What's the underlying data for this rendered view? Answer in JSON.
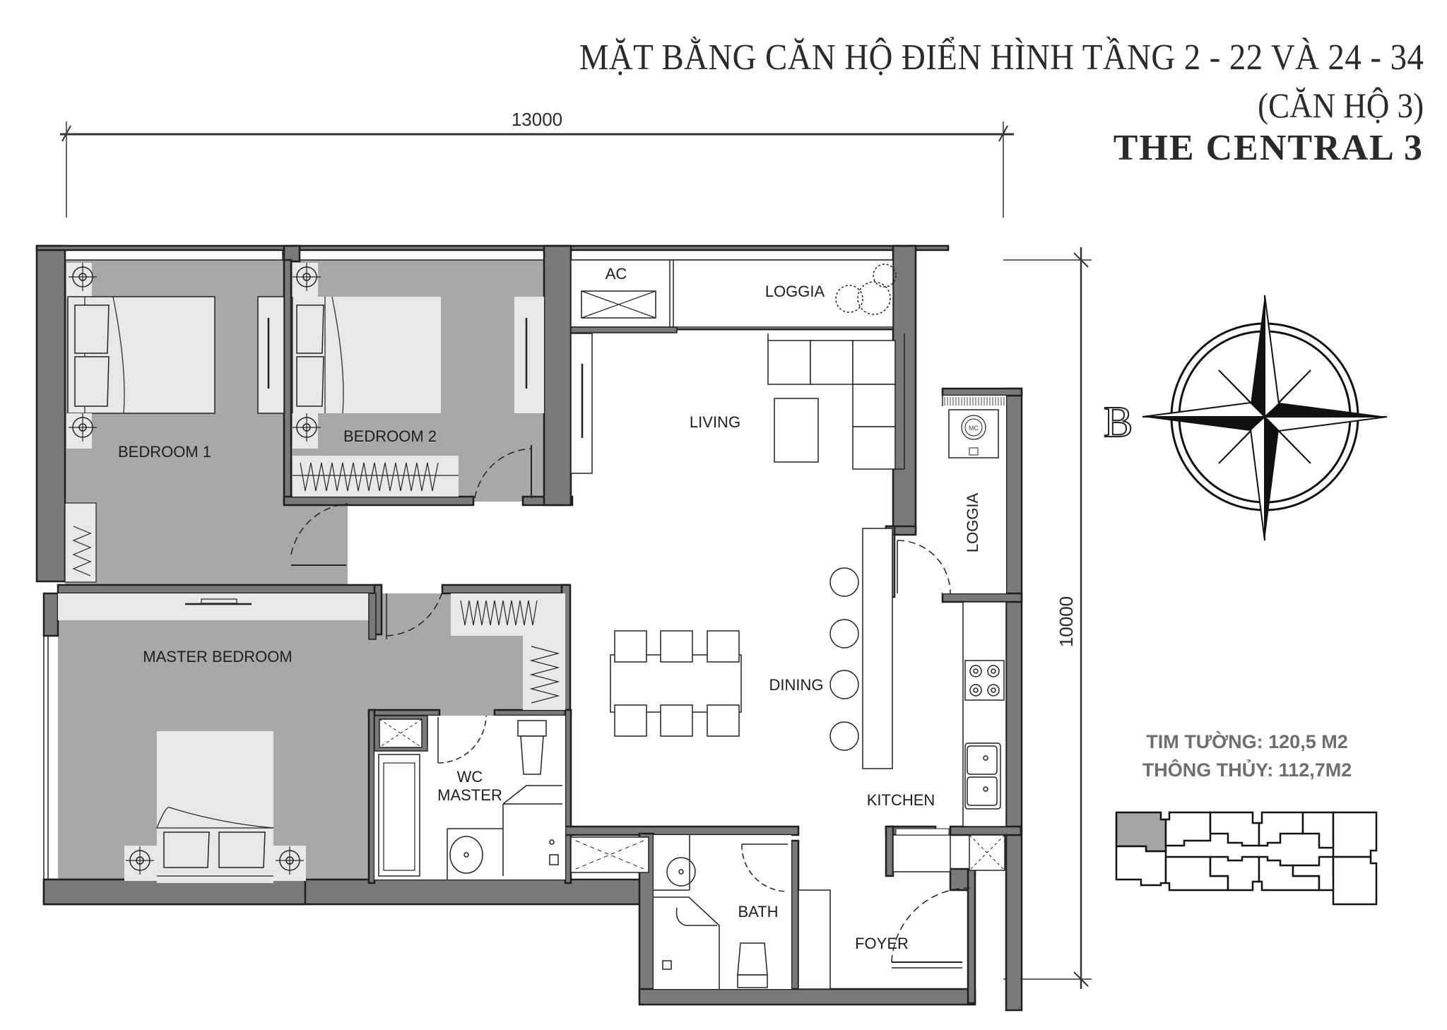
{
  "header": {
    "title_line1": "MẶT BẰNG CĂN HỘ ĐIỂN HÌNH TẦNG 2 - 22 VÀ 24 - 34",
    "title_line2": "(CĂN HỘ 3)",
    "title_line3": "THE CENTRAL 3"
  },
  "dimensions": {
    "width_mm": "13000",
    "height_mm": "10000"
  },
  "compass": {
    "direction_label": "B",
    "icon": "compass-rose-icon"
  },
  "area_info": {
    "gross_area": "TIM TƯỜNG: 120,5 M2",
    "net_area": "THÔNG THỦY: 112,7M2"
  },
  "rooms": {
    "bedroom1": "BEDROOM 1",
    "bedroom2": "BEDROOM 2",
    "master_bedroom": "MASTER BEDROOM",
    "wc_master_line1": "WC",
    "wc_master_line2": "MASTER",
    "ac": "AC",
    "loggia_top": "LOGGIA",
    "loggia_right": "LOGGIA",
    "living": "LIVING",
    "dining": "DINING",
    "kitchen": "KITCHEN",
    "bath": "BATH",
    "foyer": "FOYER",
    "microwave_label": "MC"
  },
  "colors": {
    "wall": "#7a7a7a",
    "wall_outline": "#1e1e1e",
    "bedroom_floor": "#a8a8a8",
    "furniture_fill": "#e8e8e8",
    "highlight_unit": "#a6a6a6",
    "area_text": "#6e6e6e"
  },
  "key_plan": {
    "highlighted_unit": "unit-3",
    "icon": "building-key-plan-icon"
  }
}
